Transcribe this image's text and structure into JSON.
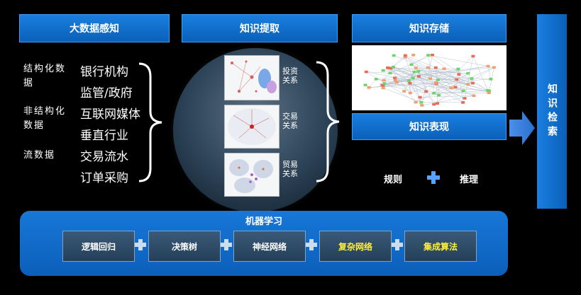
{
  "headers": {
    "perception": "大数据感知",
    "extraction": "知识提取",
    "storage": "知识存储",
    "representation": "知识表现",
    "retrieval": "知识检索"
  },
  "data_types": {
    "structured": "结构化数据",
    "unstructured": "非结构化数据",
    "stream": "流数据"
  },
  "sources": [
    "银行机构",
    "监管/政府",
    "互联网媒体",
    "垂直行业",
    "交易流水",
    "订单采购"
  ],
  "relations": {
    "investment": "投资关系",
    "transaction": "交易关系",
    "trade": "贸易关系"
  },
  "representation_ops": {
    "rules": "规则",
    "reasoning": "推理"
  },
  "machine_learning": {
    "title": "机器学习",
    "algorithms": [
      {
        "label": "逻辑回归",
        "highlight": false
      },
      {
        "label": "决策树",
        "highlight": false
      },
      {
        "label": "神经网络",
        "highlight": false
      },
      {
        "label": "复杂网络",
        "highlight": true
      },
      {
        "label": "集成算法",
        "highlight": true
      }
    ]
  },
  "colors": {
    "header_blue": "#0a6fd0",
    "highlight_yellow": "#ffef3a",
    "plus_blue": "#5aa0ff"
  }
}
